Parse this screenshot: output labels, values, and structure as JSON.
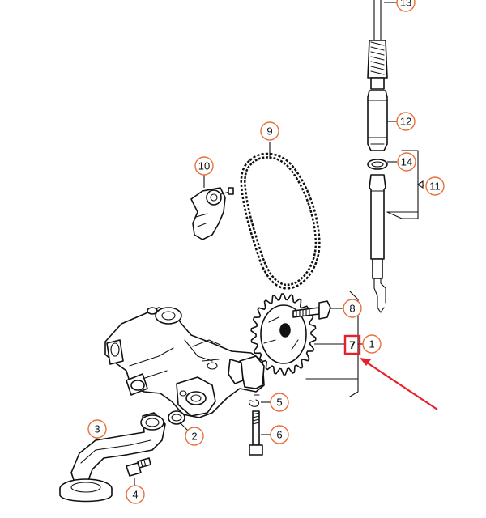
{
  "diagram": {
    "callouts": [
      {
        "id": "c13",
        "label": "13"
      },
      {
        "id": "c12",
        "label": "12"
      },
      {
        "id": "c14",
        "label": "14"
      },
      {
        "id": "c11",
        "label": "11"
      },
      {
        "id": "c9",
        "label": "9"
      },
      {
        "id": "c10",
        "label": "10"
      },
      {
        "id": "c8",
        "label": "8"
      },
      {
        "id": "c1",
        "label": "1"
      },
      {
        "id": "c5",
        "label": "5"
      },
      {
        "id": "c6",
        "label": "6"
      },
      {
        "id": "c2",
        "label": "2"
      },
      {
        "id": "c3",
        "label": "3"
      },
      {
        "id": "c4",
        "label": "4"
      }
    ],
    "highlight": {
      "label": "7",
      "box_color": "#e8202a",
      "arrow_color": "#e8202a"
    },
    "callout_ring_color": "#e8703a"
  }
}
